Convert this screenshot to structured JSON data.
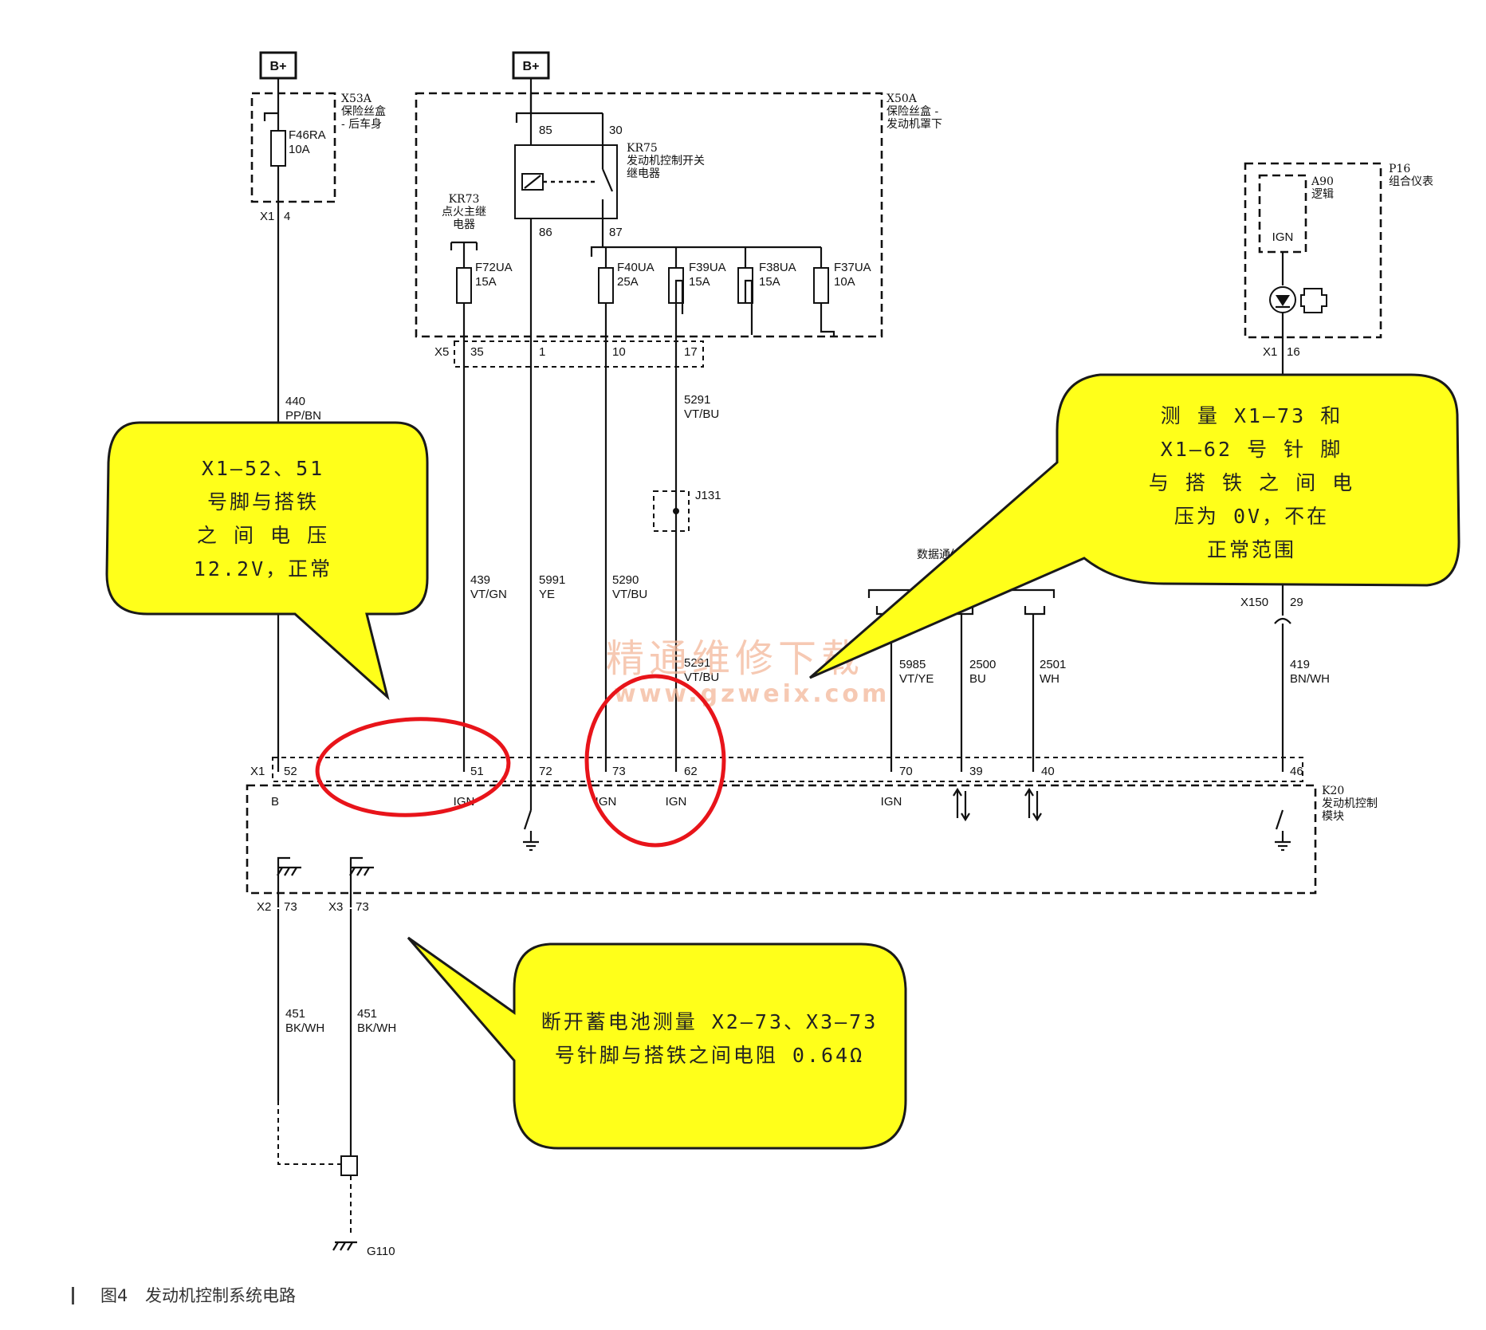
{
  "battery_label": "B+",
  "fuse_boxes": {
    "x53a": {
      "id": "X53A",
      "line1": "保险丝盒",
      "line2": "- 后车身"
    },
    "x50a": {
      "id": "X50A",
      "line1": "保险丝盒 -",
      "line2": "发动机罩下"
    }
  },
  "relays": {
    "kr75": {
      "id": "KR75",
      "line1": "发动机控制开关",
      "line2": "继电器",
      "pins": [
        "85",
        "30",
        "86",
        "87"
      ]
    },
    "kr73": {
      "id": "KR73",
      "line1": "点火主继",
      "line2": "电器"
    }
  },
  "fuses": [
    {
      "name": "F46RA",
      "rating": "10A"
    },
    {
      "name": "F72UA",
      "rating": "15A"
    },
    {
      "name": "F40UA",
      "rating": "25A"
    },
    {
      "name": "F39UA",
      "rating": "15A"
    },
    {
      "name": "F38UA",
      "rating": "15A"
    },
    {
      "name": "F37UA",
      "rating": "10A"
    }
  ],
  "connectors": {
    "x53a_x1": {
      "conn": "X1",
      "pin": "4"
    },
    "x50a_x5": {
      "conn": "X5",
      "pins": [
        "35",
        "1",
        "10",
        "17"
      ]
    },
    "p16_x1": {
      "conn": "X1",
      "pin": "16"
    },
    "x150": {
      "conn": "X150",
      "pin": "29"
    }
  },
  "cluster": {
    "id": "P16",
    "name": "组合仪表",
    "logic_id": "A90",
    "logic_name": "逻辑",
    "ign": "IGN"
  },
  "splice": "J131",
  "data_comm_label": "数据通信电",
  "wires": [
    {
      "circuit": "440",
      "color": "PP/BN"
    },
    {
      "circuit": "439",
      "color": "VT/GN"
    },
    {
      "circuit": "5991",
      "color": "YE"
    },
    {
      "circuit": "5290",
      "color": "VT/BU"
    },
    {
      "circuit": "5291",
      "color": "VT/BU"
    },
    {
      "circuit": "5291",
      "color": "VT/BU"
    },
    {
      "circuit": "5985",
      "color": "VT/YE"
    },
    {
      "circuit": "2500",
      "color": "BU"
    },
    {
      "circuit": "2501",
      "color": "WH"
    },
    {
      "circuit": "419",
      "color": "BN/WH"
    },
    {
      "circuit": "451",
      "color": "BK/WH"
    },
    {
      "circuit": "451",
      "color": "BK/WH"
    }
  ],
  "ecm": {
    "id": "K20",
    "line1": "发动机控制",
    "line2": "模块",
    "x1_label": "X1",
    "x1_pins": [
      "52",
      "51",
      "72",
      "73",
      "62",
      "70",
      "39",
      "40",
      "46"
    ],
    "ign": "IGN",
    "b_label": "B",
    "ground_pins": [
      {
        "conn": "X2",
        "pin": "73"
      },
      {
        "conn": "X3",
        "pin": "73"
      }
    ]
  },
  "ground": "G110",
  "notes": {
    "left": [
      "X1—52、51",
      "号脚与搭铁",
      "之 间 电 压",
      "12.2V，正常"
    ],
    "right": [
      "测 量 X1—73 和",
      "X1—62 号 针 脚",
      "与 搭 铁 之 间 电",
      "压为 0V，不在",
      "正常范围"
    ],
    "bottom": [
      "断开蓄电池测量 X2—73、X3—73",
      "号针脚与搭铁之间电阻 0.64Ω"
    ]
  },
  "watermark": {
    "cn": "精通维修下载",
    "url": "www.gzweix.com"
  },
  "caption": {
    "fig": "图4",
    "title": "发动机控制系统电路"
  }
}
